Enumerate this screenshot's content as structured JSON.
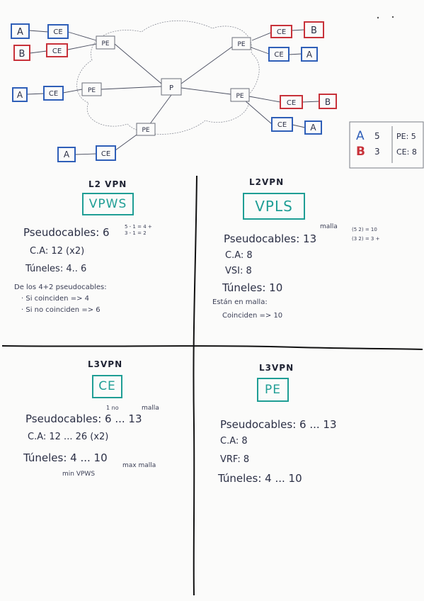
{
  "diagram": {
    "nodes": {
      "a_left_top": "A",
      "ce_left_top": "CE",
      "b_left": "B",
      "ce_left_b": "CE",
      "a_left_mid": "A",
      "ce_left_mid": "CE",
      "pe_left_mid": "PE",
      "pe_top_left": "PE",
      "p_center": "P",
      "pe_top_right": "PE",
      "ce_right_b1": "CE",
      "b_right1": "B",
      "ce_right_a1": "CE",
      "a_right1": "A",
      "pe_right_mid": "PE",
      "ce_right_b2": "CE",
      "b_right2": "B",
      "ce_right_a2": "CE",
      "a_right2": "A",
      "pe_bottom": "PE",
      "ce_bottom": "CE",
      "a_bottom": "A"
    },
    "legend": {
      "a_label": "A",
      "a_count": "5",
      "b_label": "B",
      "b_count": "3",
      "pe_text": "PE: 5",
      "ce_text": "CE: 8"
    },
    "colors": {
      "blue": "#2f5fb8",
      "red": "#c8323a",
      "teal": "#1f9e95",
      "ink": "#2b2f45"
    }
  },
  "q1": {
    "heading": "L2 VPN",
    "box": "VPWS",
    "pseudo": "Pseudocables: 6",
    "pseudo_note1": "5 - 1 = 4 +",
    "pseudo_note2": "3 - 1 = 2",
    "ca": "C.A: 12 (x2)",
    "tuneles": "Túneles: 4.. 6",
    "note1": "De los 4+2 pseudocables:",
    "note2": "· Si coinciden => 4",
    "note3": "· Si no coinciden => 6"
  },
  "q2": {
    "heading": "L2VPN",
    "box": "VPLS",
    "pseudo": "Pseudocables: 13",
    "malla": "malla",
    "formula1": "(5 2) = 10",
    "formula2": "(3 2) = 3 +",
    "ca": "C.A: 8",
    "vsi": "VSI: 8",
    "tuneles": "Túneles: 10",
    "note1": "Están en malla:",
    "note2": "Coinciden => 10"
  },
  "q3": {
    "heading": "L3VPN",
    "box": "CE",
    "uno": "1 no",
    "malla": "malla",
    "pseudo": "Pseudocables: 6 ... 13",
    "ca": "C.A: 12 ... 26 (x2)",
    "tuneles": "Túneles: 4 ... 10",
    "max": "max malla",
    "min": "min VPWS"
  },
  "q4": {
    "heading": "L3VPN",
    "box": "PE",
    "pseudo": "Pseudocables: 6 ... 13",
    "ca": "C.A: 8",
    "vrf": "VRF: 8",
    "tuneles": "Túneles: 4 ... 10"
  }
}
